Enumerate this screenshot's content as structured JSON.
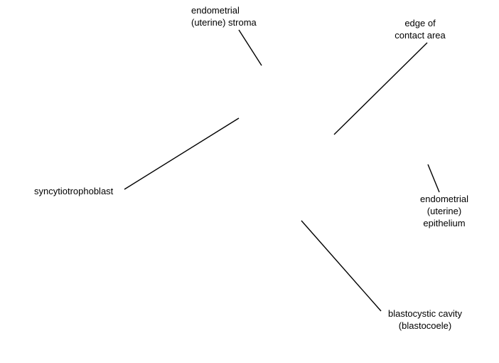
{
  "diagram": {
    "labels": {
      "stroma": "endometrial\n(uterine) stroma",
      "contact_edge": "edge of\ncontact area",
      "syncytiotrophoblast": "syncytiotrophoblast",
      "epithelium": "endometrial\n(uterine)\nepithelium",
      "blastocoele": "blastocystic cavity\n(blastocoele)"
    },
    "line_color": "#000000",
    "background": "#ffffff"
  }
}
